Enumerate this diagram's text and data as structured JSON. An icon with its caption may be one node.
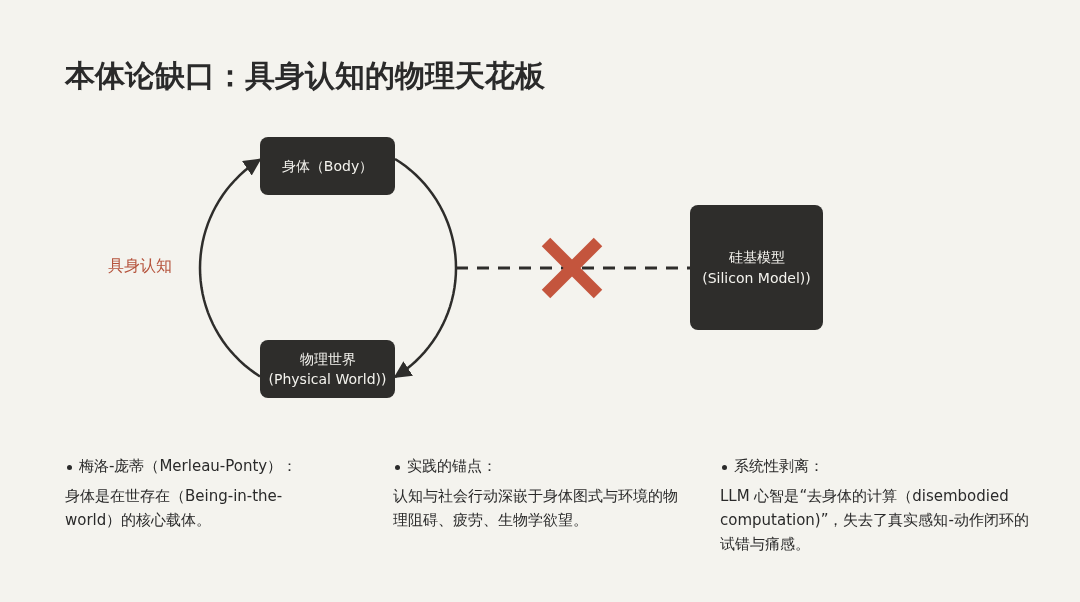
{
  "diagram": {
    "title": "本体论缺口：具身认知的物理天花板",
    "nodes": [
      {
        "text": [
          "身体（Body）"
        ]
      },
      {
        "text": [
          "物理世界 (Physical World))"
        ]
      },
      {
        "text": [
          "硅基模型 (Silicon Model))"
        ]
      }
    ],
    "edges": [
      {
        "from": 0,
        "to": 1,
        "arrow": "to"
      },
      {
        "from": 1,
        "to": 0,
        "arrow": "to"
      },
      {
        "from": null,
        "to": 2,
        "arrow": "none",
        "style": "dashed"
      }
    ],
    "labels": [
      "具身认知",
      "梅洛-庞蒂（Merleau-Ponty）：",
      "身体是在世存在（Being-in-the-world）的核心载体。",
      "实践的锚点：",
      "认知与社会行动深嵌于身体图式与环境的物理阻碍、疲劳、生物学欲望。",
      "系统性剥离：",
      "LLM 心智是“去身体的计算（disembodied computation)”，失去了真实感知-动作闭环的试错与痛感。"
    ]
  }
}
